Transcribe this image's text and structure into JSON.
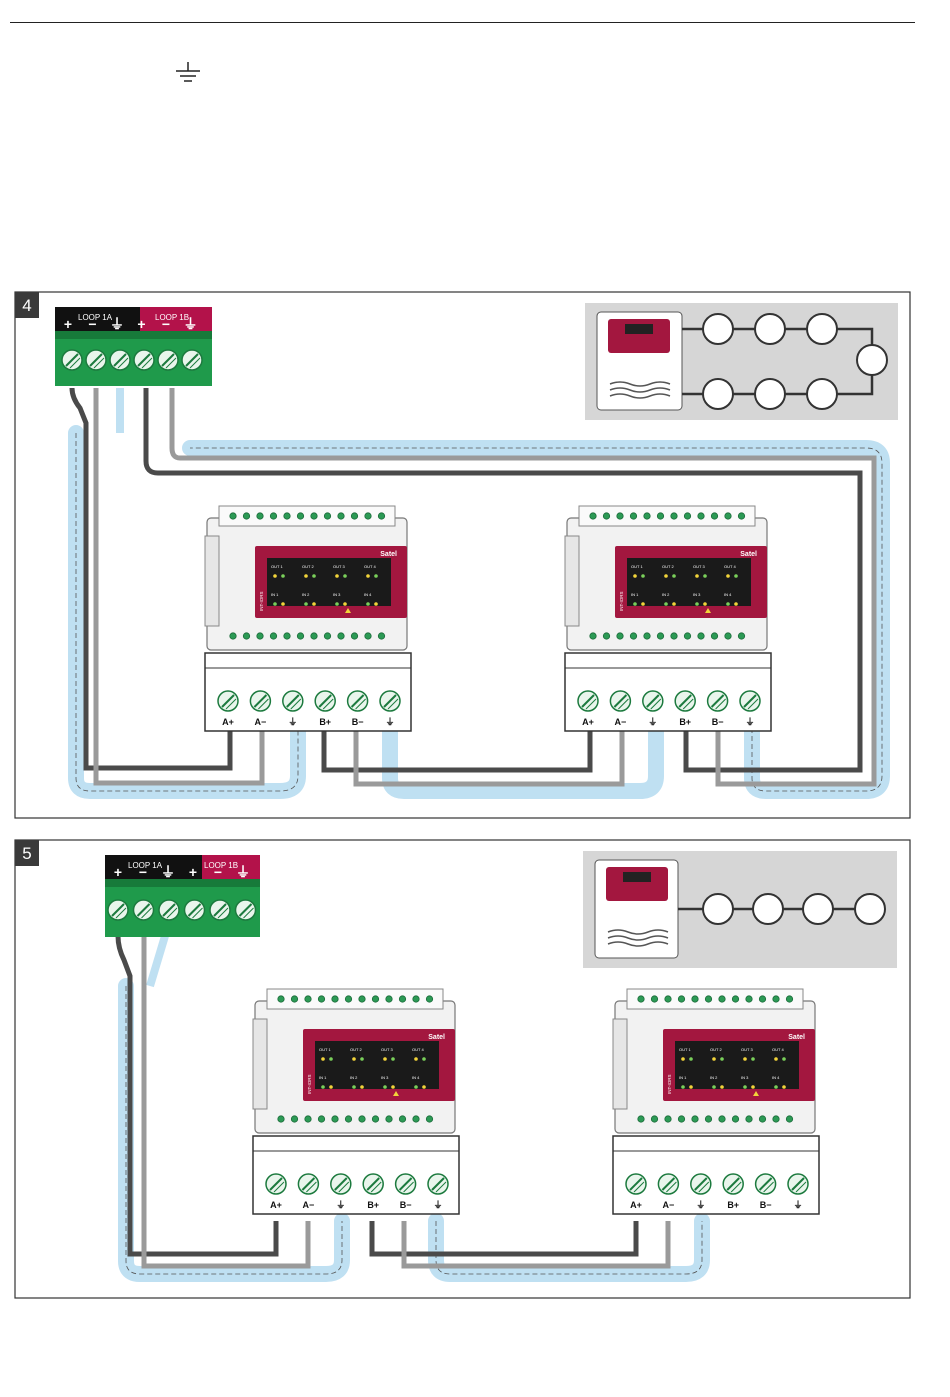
{
  "figures": [
    {
      "number": "4",
      "loop_1a_label": "LOOP 1A",
      "loop_1b_label": "LOOP 1B",
      "controller_terminal_marks": [
        "+",
        "−",
        "⏚",
        "+",
        "−",
        "⏚"
      ],
      "module_terminal_labels": [
        "A+",
        "A−",
        "⏚",
        "B+",
        "B−",
        "⏚"
      ],
      "module_brand": "Satel",
      "module_side_label": "INT-IORS",
      "module_zone_labels": [
        "OUT 1",
        "IN 1",
        "OUT 2",
        "IN 2",
        "OUT 3",
        "IN 3",
        "OUT 4",
        "IN 4"
      ],
      "loop_detector_count": 7
    },
    {
      "number": "5",
      "loop_1a_label": "LOOP 1A",
      "loop_1b_label": "LOOP 1B",
      "controller_terminal_marks": [
        "+",
        "−",
        "⏚",
        "+",
        "−",
        "⏚"
      ],
      "module_terminal_labels": [
        "A+",
        "A−",
        "⏚",
        "B+",
        "B−",
        "⏚"
      ],
      "module_brand": "Satel",
      "module_side_label": "INT-IORS",
      "module_zone_labels": [
        "OUT 1",
        "IN 1",
        "OUT 2",
        "IN 2",
        "OUT 3",
        "IN 3",
        "OUT 4",
        "IN 4"
      ],
      "loop_detector_count": 4
    }
  ],
  "colors": {
    "terminal_green": "#1f9a4b",
    "loop_1b_red": "#b3124a",
    "module_red": "#a3173f",
    "shield_blue": "#bfe0f2",
    "wire_dark": "#4a4a4a",
    "wire_light": "#9a9a9a",
    "inset_grey": "#d6d6d6"
  }
}
